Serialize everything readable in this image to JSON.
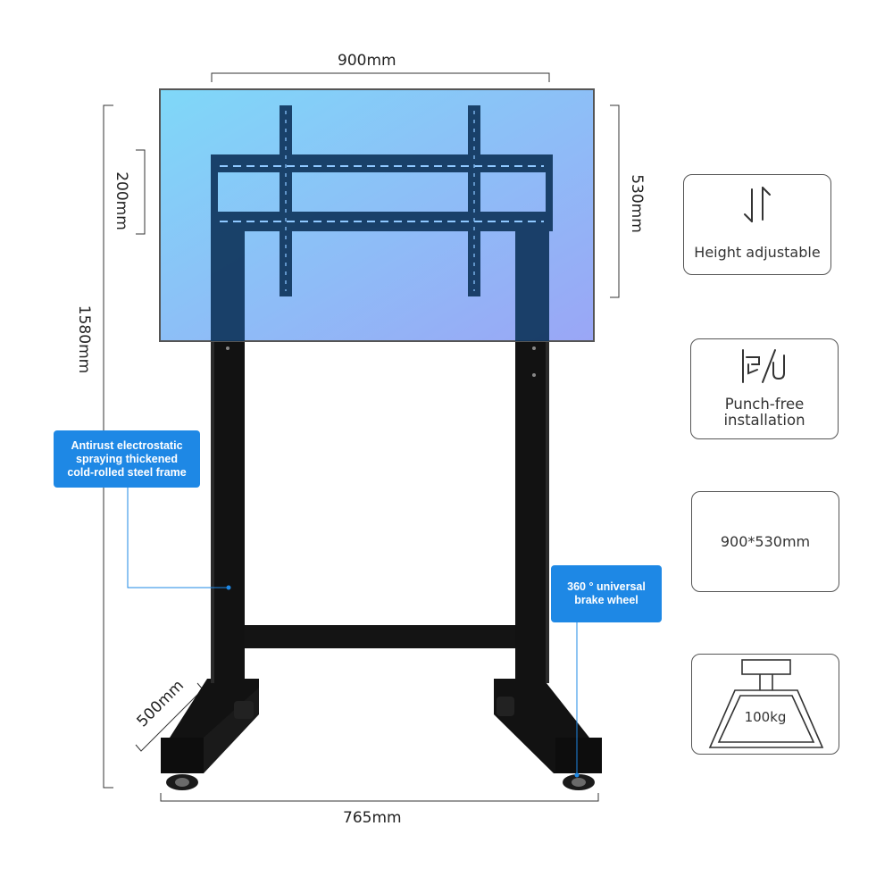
{
  "dimensions": {
    "width_top": "900mm",
    "width_bottom": "765mm",
    "bracket_height": "200mm",
    "screen_height": "530mm",
    "total_height": "1580mm",
    "base_depth": "500mm"
  },
  "callouts": {
    "frame": [
      "Antirust electrostatic",
      "spraying thickened",
      "cold-rolled steel frame"
    ],
    "wheel": [
      "360 ° universal",
      "brake wheel"
    ]
  },
  "features": [
    {
      "icon": "height-adjust-icon",
      "label": "Height adjustable"
    },
    {
      "icon": "punch-free-icon",
      "label": [
        "Punch-free",
        "installation"
      ]
    },
    {
      "icon": "",
      "label": "900*530mm"
    },
    {
      "icon": "load-bearing-icon",
      "label": "100kg"
    }
  ],
  "colors": {
    "screen_gradient_start": "#7fd8f8",
    "screen_gradient_end": "#9aa2f4",
    "callout_blue": "#1e88e5",
    "frame_black": "#111111"
  }
}
